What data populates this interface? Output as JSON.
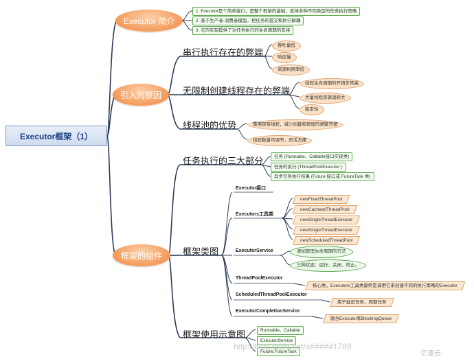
{
  "root": {
    "label": "Executor框架（1）"
  },
  "branches": {
    "intro": {
      "label": "Executor 简介",
      "items": [
        "1. Executor是个简单接口，是整个框架的基础，支持多种不同类型的任务执行策略",
        "2. 基于生产者-消费者模型，把任务的提交和执行解耦",
        "3. 它的实现提供了对任务执行的生命周期的支持"
      ]
    },
    "reason": {
      "label": "引入的原因",
      "serial": {
        "label": "串行执行存在的弊端",
        "items": [
          "吞吐量低",
          "响应慢",
          "资源利用率低"
        ]
      },
      "unlimited": {
        "label": "无限制创建线程存在的弊端",
        "items": [
          "线程生命周期的开销非常高",
          "大量线程资源消耗大",
          "稳定性"
        ]
      },
      "pool": {
        "label": "线程池的优势",
        "items": [
          "重用现有线程，减少创建和销毁的频繁开销",
          "线程数量可调节，灵活方便"
        ]
      }
    },
    "components": {
      "label": "框架的组件",
      "three_parts": {
        "label": "任务执行的三大部分",
        "items": [
          "任务 (Runnable、Callable接口实现类)",
          "任务的执行 (ThreadPoolExecutor )",
          "异步任务执行结果 (Future 接口或 FutureTask 类)"
        ]
      },
      "class_diagram": {
        "label": "框架类图",
        "executor_interface": "Executor接口",
        "executors_tools": {
          "label": "Executors工具类",
          "items": [
            "newFixedThreadPool",
            "newCacheedThreadPool",
            "newSingleThreadExecutor",
            "newSingleThreadExecutor",
            "newScheduledThreadPool"
          ]
        },
        "executor_service": {
          "label": "ExecutorService",
          "items": [
            "添加管理生命周期的方法",
            "三种状态：运行、关闭、终止。"
          ]
        },
        "thread_pool_executor": {
          "label": "ThreadPoolExecutor",
          "note": "核心类，Executors工具类最终是调用它来创建不同的执行策略的Executor"
        },
        "scheduled": {
          "label": "ScheduledThreadPoolExecutor",
          "note": "用于延迟任务，周期任务"
        },
        "completion": {
          "label": "ExecutorCompletionService",
          "note": "融合Executor和BlockingQueue"
        }
      },
      "usage": {
        "label": "框架使用示意图",
        "items": [
          "Runnable、Callable",
          "ExecutorService",
          "Future,FutureTask"
        ]
      }
    }
  },
  "watermark": {
    "url": "http://blog.csdn.net/a#####1789",
    "brand": "亿速云"
  },
  "colors": {
    "trunk": "#2a3a55",
    "node_orange": "#f39a5a",
    "green_border": "#5aa84e",
    "root_text": "#1f3f86"
  }
}
